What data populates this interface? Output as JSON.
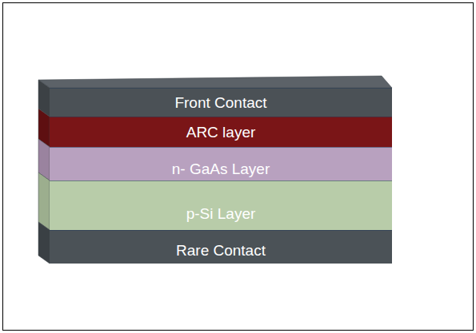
{
  "diagram": {
    "nodes": [
      {
        "text": [
          "Front Contact"
        ]
      },
      {
        "text": [
          "ARC layer"
        ]
      },
      {
        "text": [
          "n- GaAs Layer"
        ]
      },
      {
        "text": [
          "p-Si Layer"
        ]
      },
      {
        "text": [
          "Rare Contact"
        ]
      }
    ]
  }
}
